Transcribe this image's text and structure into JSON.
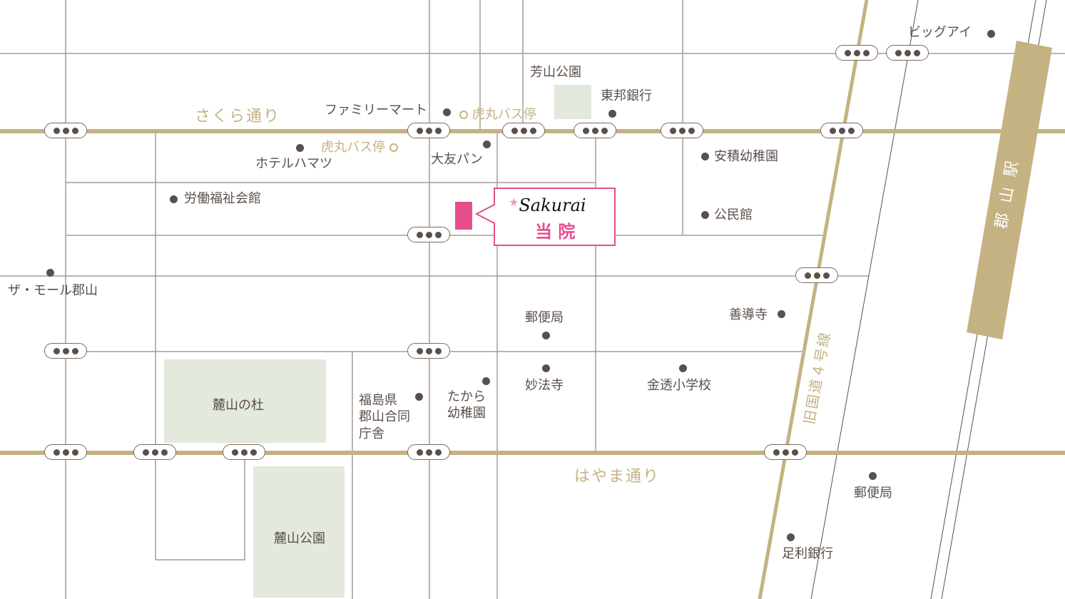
{
  "colors": {
    "road": "#c5b283",
    "street": "#a59c98",
    "park": "#e3e9dc",
    "accent": "#e44e8d",
    "text": "#5a4f4a"
  },
  "roads": {
    "sakura": "さくら通り",
    "hayama": "はやま通り",
    "route4": "旧国道４号線"
  },
  "station": "郡 山 駅",
  "clinic": {
    "brand": "Sakurai",
    "label": "当 院"
  },
  "bus_stops": [
    "虎丸バス停",
    "虎丸バス停"
  ],
  "parks": {
    "yoshiyama": "芳山公園",
    "mori": "麓山の杜",
    "hayama_park": "麓山公園"
  },
  "landmarks": {
    "bigeye": "ビッグアイ",
    "familymart": "ファミリーマート",
    "toho_bank": "東邦銀行",
    "hotel": "ホテルハマツ",
    "otomo": "大友パン",
    "yasumi": "安積幼稚園",
    "rodo": "労働福祉会館",
    "kominkan": "公民館",
    "the_mall": "ザ・モール郡山",
    "post1": "郵便局",
    "zendoji": "善導寺",
    "fukushima": "福島県\n郡山合同\n庁舎",
    "takara": "たから\n幼稚園",
    "myohoji": "妙法寺",
    "kinto": "金透小学校",
    "post2": "郵便局",
    "ashikaga": "足利銀行"
  }
}
